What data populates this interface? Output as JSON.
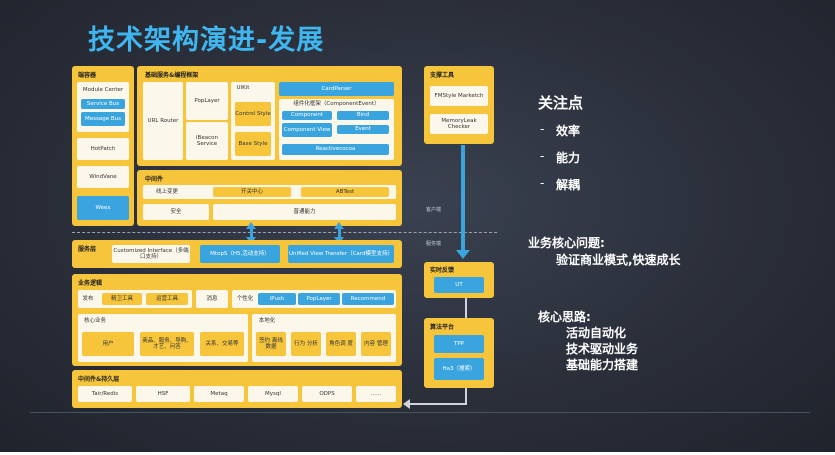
{
  "title": "技术架构演进-发展",
  "container": {
    "label": "端容器",
    "items": [
      "Module Center",
      "Service Bus",
      "Message Bus",
      "HotPatch",
      "WindVane",
      "Weex"
    ]
  },
  "base_services": {
    "label": "基础服务&编程框架",
    "url_router": "URL Router",
    "poplayer": "PopLayer",
    "ibeacon": "iBeacon Service",
    "uikit": "UIKit",
    "control_style": "Control Style",
    "base_style": "Base Style",
    "cardparser": "CardParser",
    "componentization_label": "组件化框架（ComponentEvent）",
    "component": "Component",
    "bind": "Bind",
    "component_view": "Component View",
    "event": "Event",
    "reactivecocoa": "Reactivecocoa"
  },
  "support_tools": {
    "label": "支撑工具",
    "items": [
      "FMStyle Marketch",
      "MemoryLeak Checker"
    ]
  },
  "middleware": {
    "label": "中间件",
    "online_change": "线上变更",
    "switch_center": "开关中心",
    "abtest": "ABTest",
    "security": "安全",
    "general_capability": "普通能力"
  },
  "dividers": {
    "client": "客户端",
    "server": "服务端"
  },
  "service_layer": {
    "label": "服务层",
    "customized": "Customized Interface（多端口支持）",
    "mtop": "MtopS（H5,活动支持）",
    "unified": "Unified View Transfer（Card模型支持）"
  },
  "realtime": {
    "label": "实时反馈",
    "item": "UT"
  },
  "business_logic": {
    "label": "业务逻辑",
    "publish": "发布",
    "tools": [
      "精卫工具",
      "运营工具"
    ],
    "message": "消息",
    "personalization": "个性化",
    "personal_items": [
      "iPush",
      "PopLayer",
      "Recommend"
    ],
    "core": "核心业务",
    "core_items": [
      "用户",
      "商品、服务、导购、才艺、问答",
      "关系、交易等"
    ],
    "localization": "本地化",
    "local_items": [
      "签约 离线 数据",
      "行为 分析",
      "角色调 度",
      "内容 管理"
    ]
  },
  "algorithm": {
    "label": "算法平台",
    "items": [
      "TPP",
      "Ha3（搜索）"
    ]
  },
  "persistence": {
    "label": "中间件&持久层",
    "items": [
      "Tair/Redis",
      "HSF",
      "Metaq",
      "Mysql",
      "ODPS",
      "……"
    ]
  },
  "focus": {
    "title": "关注点",
    "items": [
      "效率",
      "能力",
      "解耦"
    ]
  },
  "problem": {
    "title": "业务核心问题:",
    "text": "验证商业模式,快速成长"
  },
  "thinking": {
    "title": "核心思路:",
    "items": [
      "活动自动化",
      "技术驱动业务",
      "基础能力搭建"
    ]
  }
}
